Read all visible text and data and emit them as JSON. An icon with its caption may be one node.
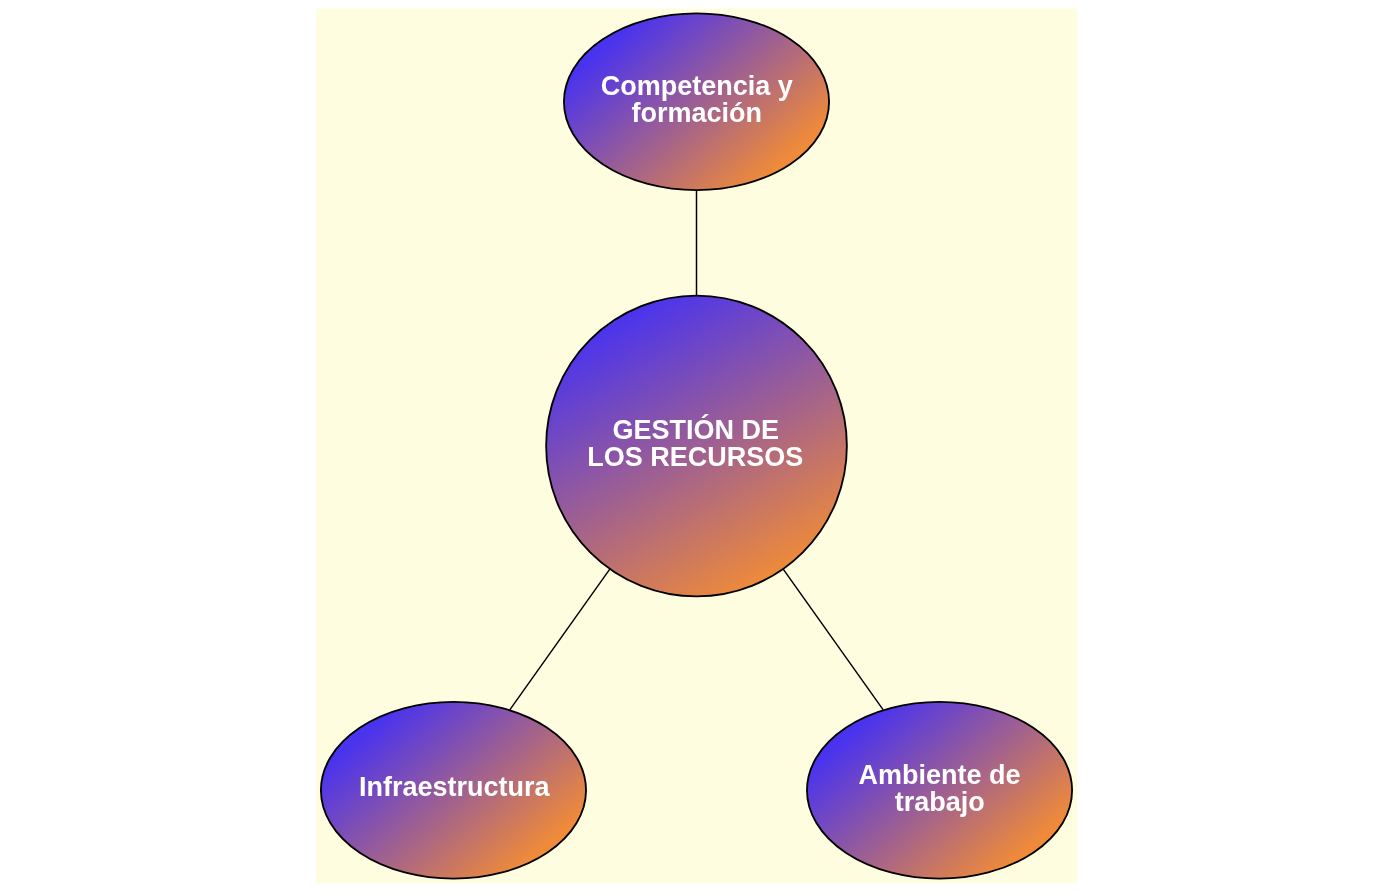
{
  "diagram": {
    "nodes": [
      {
        "text": [
          "Competencia y formación"
        ]
      },
      {
        "text": [
          "GESTIÓN DE LOS RECURSOS"
        ]
      },
      {
        "text": [
          "Infraestructura"
        ]
      },
      {
        "text": [
          "Ambiente de trabajo"
        ]
      }
    ],
    "edges": [
      {
        "from": 1,
        "to": 0,
        "arrow": "none"
      },
      {
        "from": 1,
        "to": 2,
        "arrow": "none"
      },
      {
        "from": 1,
        "to": 3,
        "arrow": "none"
      }
    ]
  }
}
